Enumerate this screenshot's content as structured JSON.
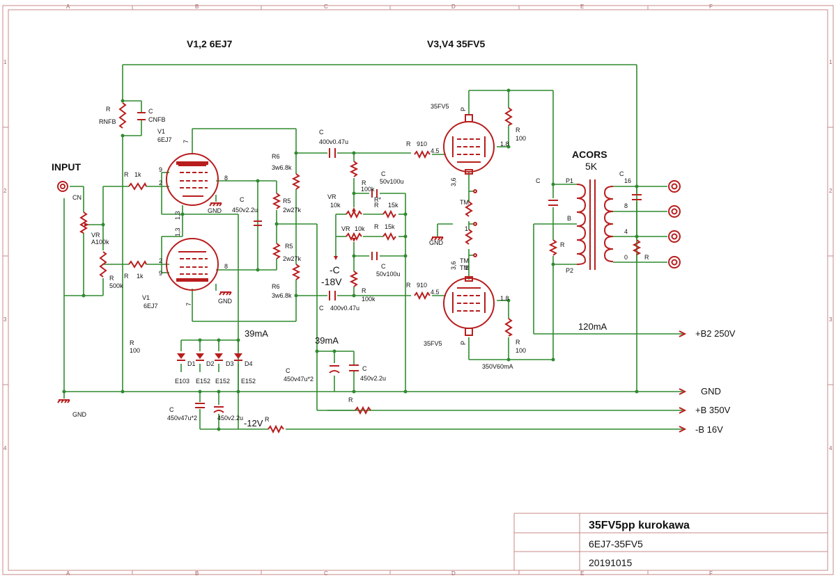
{
  "frame": {
    "cols": [
      "A",
      "B",
      "C",
      "D",
      "E",
      "F"
    ],
    "rows": [
      "1",
      "2",
      "3",
      "4"
    ]
  },
  "headings": {
    "v12": "V1,2 6EJ7",
    "v34": "V3,V4 35FV5"
  },
  "input": {
    "label": "INPUT",
    "cn": "CN"
  },
  "labels": {
    "r_rnfb": "R",
    "rnfb": "RNFB",
    "c_cnfb": "C",
    "cnfb": "CNFB",
    "v1_top": "V1",
    "v1_top_type": "6EJ7",
    "v1_bot": "V1",
    "v1_bot_type": "6EJ7",
    "r1k_a": "R",
    "r1k_a_val": "1k",
    "r1k_b": "R",
    "r1k_b_val": "1k",
    "vr_in": "VR",
    "vr_in_val": "A100k",
    "r500k": "R",
    "r500k_val": "500k",
    "r100_left": "R",
    "r100_left_val": "100",
    "pin9a": "9",
    "pin2a": "2",
    "pin8a": "8",
    "pin7a": "7",
    "pin13a": "1,3",
    "pin9b": "9",
    "pin2b": "2",
    "pin8b": "8",
    "pin7b": "7",
    "pin13b": "1,3",
    "gnd_a": "GND",
    "gnd_b": "GND",
    "c_cath": "C",
    "c_cath_val": "450v2.2u",
    "r5a": "R5",
    "r5a_val": "2w27k",
    "r5b": "R5",
    "r5b_val": "2w27k",
    "r6a": "R6",
    "r6a_val": "3w6.8k",
    "r6b": "R6",
    "r6b_val": "3w6.8k",
    "c_coup_a": "C",
    "c_coup_a_val": "400v0.47u",
    "c_coup_b": "C",
    "c_coup_b_val": "400v0.47u",
    "r100k_a": "R",
    "r100k_a_val": "100k",
    "r100k_b": "R",
    "r100k_b_val": "100k",
    "c50a": "C",
    "c50a_val": "50v100u",
    "c50b": "C",
    "c50b_val": "50v100u",
    "vr10a": "VR",
    "vr10a_val": "10k",
    "vr10b": "VR",
    "vr10b_val": "10k",
    "r15a": "R",
    "r15a_val": "15k",
    "r15b": "R",
    "r15b_val": "15k",
    "r_star": "R*",
    "negc": "-C",
    "neg18": "-18V",
    "r910a": "R",
    "r910a_val": "910",
    "r910b": "R",
    "r910b_val": "910",
    "g45a": "4.5",
    "g45b": "4.5",
    "v3_type": "35FV5",
    "v4_type": "35FV5",
    "p_a": "P",
    "p_b": "P",
    "k18a": "1.8",
    "k18b": "1.8",
    "r100_ta": "R",
    "r100_ta_val": "100",
    "r100_tb": "R",
    "r100_tb_val": "100",
    "h36a": "3,6",
    "h36b": "3,6",
    "tm_a": "TM",
    "tm_b": "TM",
    "tm_c": "TM",
    "tm_1a": "1",
    "tm_1b": "1",
    "gnd_h": "GND",
    "c_ot": "C",
    "r_ot": "R",
    "ot_p1": "P1",
    "ot_b": "B",
    "ot_p2": "P2",
    "ot_name": "ACORS",
    "ot_z": "5K",
    "c16": "C",
    "tap16": "16",
    "tap8": "8",
    "tap4": "4",
    "tap0": "0",
    "r_out": "R",
    "i120": "120mA",
    "b2": "+B2  250V",
    "gnd_rail": "GND",
    "b350": "+B 350V",
    "b16": "-B 16V",
    "m12": "-12V",
    "r_m12": "R",
    "i39a": "39mA",
    "i39b": "39mA",
    "c_filt": "C",
    "c_filt_val": "450v47u*2",
    "c_filt2": "C",
    "c_filt2_val": "450v2.2u",
    "r_b350": "R",
    "c_neg": "C",
    "c_neg_val": "450v47u*2",
    "c_neg2_val": "450v2.2u",
    "d1": "D1",
    "d2": "D2",
    "d3": "D3",
    "d4": "D4",
    "e103": "E103",
    "e152a": "E152",
    "e152b": "E152",
    "e152c": "E152",
    "gnd_bl": "GND",
    "v350_60": "350V60mA"
  },
  "title_block": {
    "title": "35FV5pp kurokawa",
    "tubes": "6EJ7-35FV5",
    "date": "20191015"
  },
  "colors": {
    "wire": "#2f8a2f",
    "part": "#b81d1d",
    "frame": "#c88a8a"
  }
}
